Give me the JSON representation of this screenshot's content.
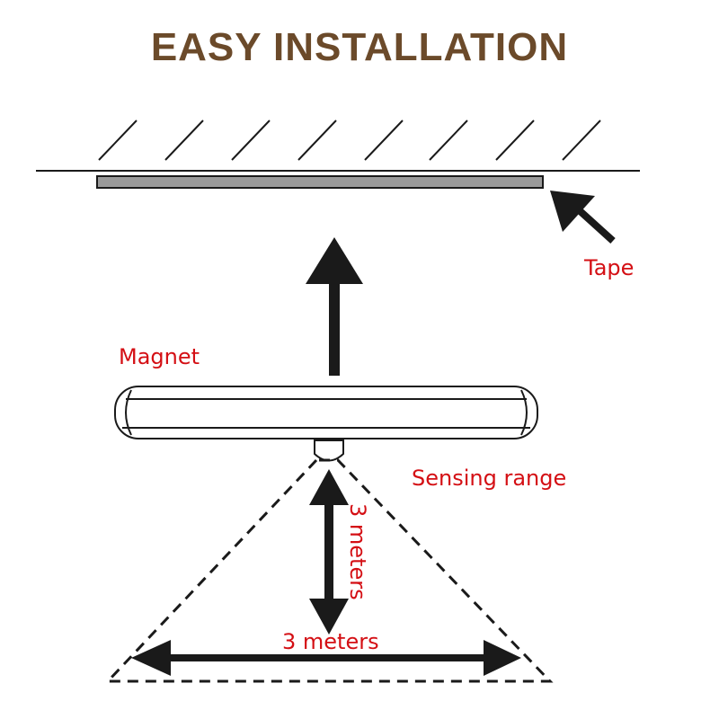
{
  "title": "EASY INSTALLATION",
  "labels": {
    "tape": "Tape",
    "magnet": "Magnet",
    "sensing_range": "Sensing range",
    "height": "3 meters",
    "width": "3 meters"
  },
  "colors": {
    "title": "#6b4a2a",
    "label": "#d40f14",
    "line": "#1a1a1a",
    "tape": "#9a9a9a"
  }
}
